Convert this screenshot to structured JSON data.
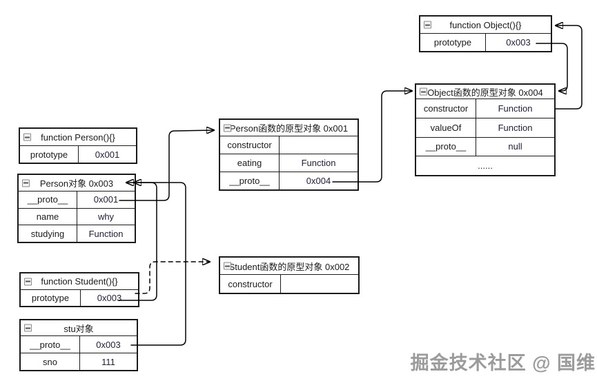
{
  "watermark": "掘金技术社区 @ 国维",
  "colors": {
    "line": "#000000",
    "box_border": "#1a1a1a",
    "key_text": "#1a1a1a",
    "value_text": "#1d1d3c",
    "watermark": "#9b9b9b",
    "collapse_fill": "#f3f3f3"
  },
  "boxes": [
    {
      "id": "function-person",
      "title": "function Person(){}",
      "rows": [
        {
          "k": "prototype",
          "v": "0x001"
        }
      ]
    },
    {
      "id": "person-object",
      "title": "Person对象 0x003",
      "rows": [
        {
          "k": "__proto__",
          "v": "0x001"
        },
        {
          "k": "name",
          "v": "why"
        },
        {
          "k": "studying",
          "v": "Function"
        }
      ]
    },
    {
      "id": "function-student",
      "title": "function Student(){}",
      "rows": [
        {
          "k": "prototype",
          "v": "0x003"
        }
      ]
    },
    {
      "id": "stu-object",
      "title": "stu对象",
      "rows": [
        {
          "k": "__proto__",
          "v": "0x003"
        },
        {
          "k": "sno",
          "v": "111"
        }
      ]
    },
    {
      "id": "person-prototype",
      "title": "Person函数的原型对象 0x001",
      "rows": [
        {
          "k": "constructor",
          "v": ""
        },
        {
          "k": "eating",
          "v": "Function"
        },
        {
          "k": "__proto__",
          "v": "0x004"
        }
      ]
    },
    {
      "id": "student-prototype",
      "title": "Student函数的原型对象 0x002",
      "rows": [
        {
          "k": "constructor",
          "v": ""
        }
      ]
    },
    {
      "id": "function-object",
      "title": "function Object(){}",
      "rows": [
        {
          "k": "prototype",
          "v": "0x003"
        }
      ]
    },
    {
      "id": "object-prototype",
      "title": "Object函数的原型对象 0x004",
      "rows": [
        {
          "k": "constructor",
          "v": "Function"
        },
        {
          "k": "valueOf",
          "v": "Function"
        },
        {
          "k": "__proto__",
          "v": "null"
        },
        {
          "k": "",
          "v": "......"
        }
      ]
    }
  ],
  "arrows": [
    {
      "from": "person-object.__proto__",
      "to": "person-prototype",
      "style": "solid"
    },
    {
      "from": "function-student.prototype",
      "to": "person-object",
      "style": "solid"
    },
    {
      "from": "stu-object.__proto__",
      "to": "person-object",
      "style": "solid"
    },
    {
      "from": "function-student.prototype",
      "to": "student-prototype",
      "style": "dashed"
    },
    {
      "from": "person-prototype.__proto__",
      "to": "object-prototype",
      "style": "solid"
    },
    {
      "from": "object-prototype.constructor",
      "to": "function-object",
      "style": "solid"
    },
    {
      "from": "function-object.prototype",
      "to": "object-prototype",
      "style": "solid"
    }
  ]
}
